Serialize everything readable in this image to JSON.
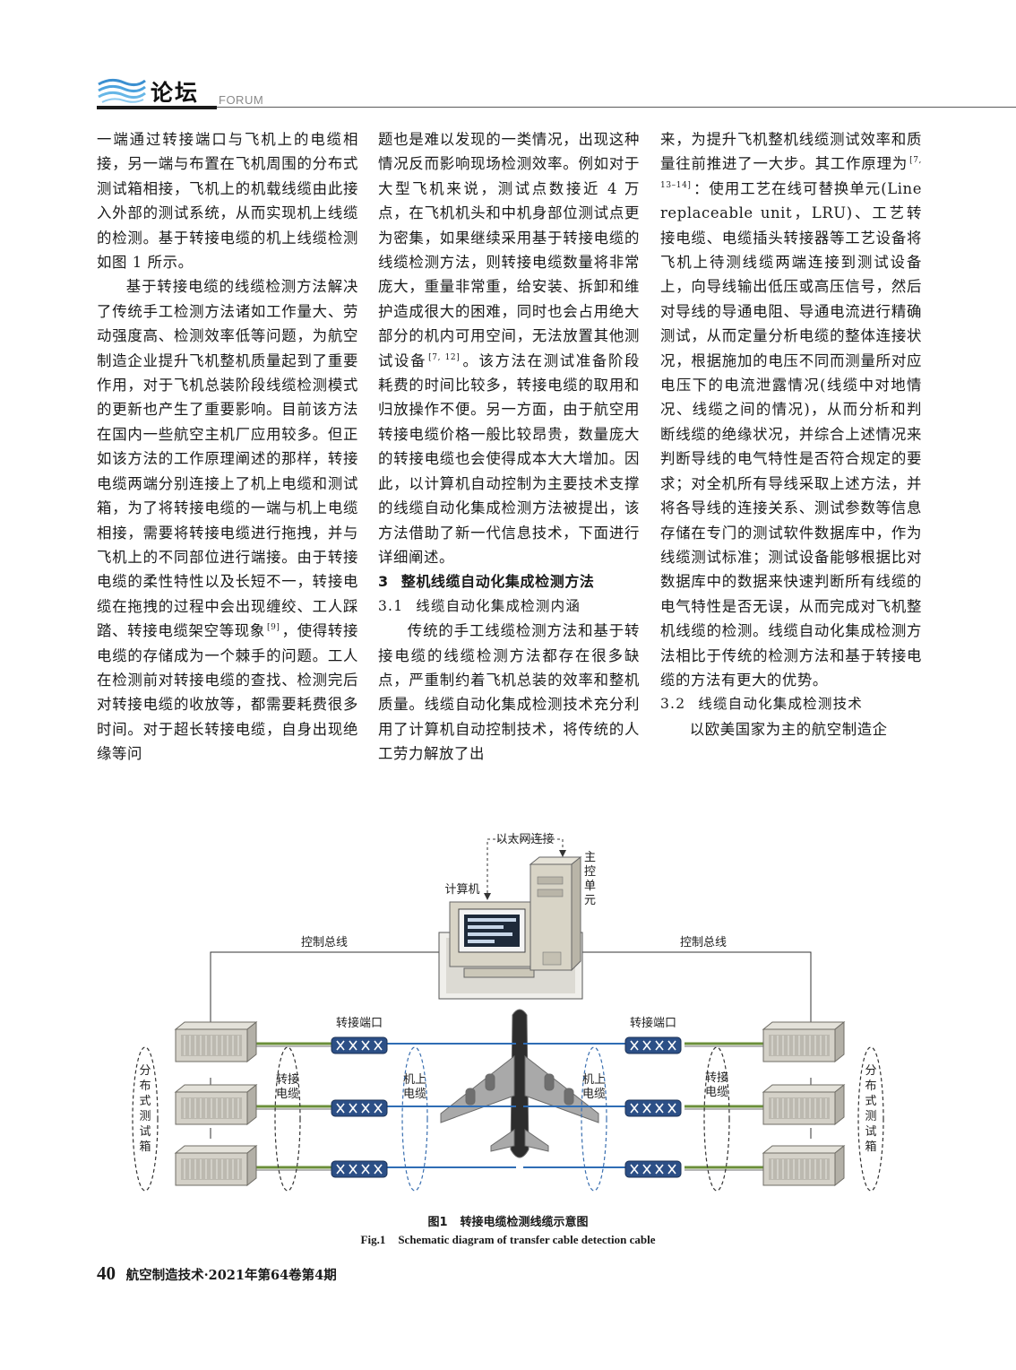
{
  "header": {
    "section_title": "论坛",
    "section_subtitle": "FORUM"
  },
  "columns": {
    "col1": {
      "p1": "一端通过转接端口与飞机上的电缆相接，另一端与布置在飞机周围的分布式测试箱相接，飞机上的机载线缆由此接入外部的测试系统，从而实现机上线缆的检测。基于转接电缆的机上线缆检测如图 1 所示。",
      "p2a": "基于转接电缆的线缆检测方法解决了传统手工检测方法诸如工作量大、劳动强度高、检测效率低等问题，为航空制造企业提升飞机整机质量起到了重要作用，对于飞机总装阶段线缆检测模式的更新也产生了重要影响。目前该方法在国内一些航空主机厂应用较多。但正如该方法的工作原理阐述的那样，转接电缆两端分别连接上了机上电缆和测试箱，为了将转接电缆的一端与机上电缆相接，需要将转接电缆进行拖拽，并与飞机上的不同部位进行端接。由于转接电缆的柔性特性以及长短不一，转接电缆在拖拽的过程中会出现缠绞、工人踩踏、转接电缆架空等现象",
      "p2_ref": "[9]",
      "p2b": "，使得转接电缆的存储成为一个棘手的问题。工人在检测前对转接电缆的查找、检测完后对转接电缆的收放等，都需要耗费很多时间。对于超长转接电缆，自身出现绝缘等问"
    },
    "col2": {
      "p1a": "题也是难以发现的一类情况，出现这种情况反而影响现场检测效率。例如对于大型飞机来说，测试点数接近 4 万点，在飞机机头和中机身部位测试点更为密集，如果继续采用基于转接电缆的线缆检测方法，则转接电缆数量将非常庞大，重量非常重，给安装、拆卸和维护造成很大的困难，同时也会占用绝大部分的机内可用空间，无法放置其他测试设备",
      "p1_ref": "[7, 12]",
      "p1b": "。该方法在测试准备阶段耗费的时间比较多，转接电缆的取用和归放操作不便。另一方面，由于航空用转接电缆价格一般比较昂贵，数量庞大的转接电缆也会使得成本大大增加。因此，以计算机自动控制为主要技术支撑的线缆自动化集成检测方法被提出，该方法借助了新一代信息技术，下面进行详细阐述。",
      "h1_num": "3",
      "h1_text": "整机线缆自动化集成检测方法",
      "h2_num": "3.1",
      "h2_text": "线缆自动化集成检测内涵",
      "p2": "传统的手工线缆检测方法和基于转接电缆的线缆检测方法都存在很多缺点，严重制约着飞机总装的效率和整机质量。线缆自动化集成检测技术充分利用了计算机自动控制技术，将传统的人工劳力解放了出"
    },
    "col3": {
      "p1a": "来，为提升飞机整机线缆测试效率和质量往前推进了一大步。其工作原理为",
      "p1_ref": "[7, 13–14]",
      "p1b": "：使用工艺在线可替换单元(Line replaceable unit，LRU)、工艺转接电缆、电缆插头转接器等工艺设备将飞机上待测线缆两端连接到测试设备上，向导线输出低压或高压信号，然后对导线的导通电阻、导通电流进行精确测试，从而定量分析电缆的整体连接状况，根据施加的电压不同而测量所对应电压下的电流泄露情况(线缆中对地情况、线缆之间的情况)，从而分析和判断线缆的绝缘状况，并综合上述情况来判断导线的电气特性是否符合规定的要求；对全机所有导线采取上述方法，并将各导线的连接关系、测试参数等信息存储在专门的测试软件数据库中，作为线缆测试标准；测试设备能够根据比对数据库中的数据来快速判断所有线缆的电气特性是否无误，从而完成对飞机整机线缆的检测。线缆自动化集成检测方法相比于传统的检测方法和基于转接电缆的方法有更大的优势。",
      "h2_num": "3.2",
      "h2_text": "线缆自动化集成检测技术",
      "p2": "以欧美国家为主的航空制造企"
    }
  },
  "figure": {
    "labels": {
      "ethernet": "以太网连接",
      "computer": "计算机",
      "main_unit": "主控单元",
      "control_bus_left": "控制总线",
      "control_bus_right": "控制总线",
      "port_left": "转接端口",
      "port_right": "转接端口",
      "dist_box_left": "分布式测试箱",
      "dist_box_right": "分布式测试箱",
      "transfer_cable_left": "转接电缆",
      "transfer_cable_right": "转接电缆",
      "onboard_cable_left": "机上电缆",
      "onboard_cable_right": "机上电缆"
    },
    "caption_cn_label": "图1",
    "caption_cn": "转接电缆检测线缆示意图",
    "caption_en_label": "Fig.1",
    "caption_en": "Schematic diagram of transfer cable detection cable",
    "colors": {
      "cable_green": "#6b8f3a",
      "cable_blue": "#2f6db5",
      "ellipse_blue": "#3a6fb0",
      "box_gray": "#c9c6bd",
      "plane_gray": "#8c8c8c"
    }
  },
  "footer": {
    "page_number": "40",
    "journal": "航空制造技术·2021年第64卷第4期"
  }
}
